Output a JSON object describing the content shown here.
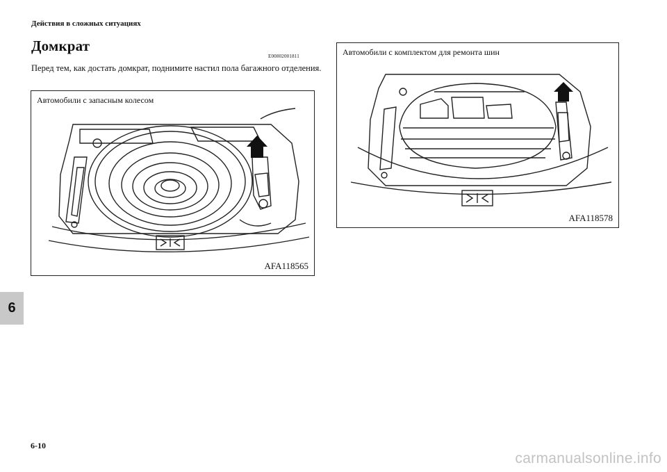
{
  "header": {
    "running_title": "Действия в сложных ситуациях"
  },
  "section": {
    "title": "Домкрат",
    "code": "E00802001811",
    "body": "Перед тем, как достать домкрат, поднимите настил пола багажного отделения."
  },
  "figures": [
    {
      "caption": "Автомобили с запасным колесом",
      "code": "AFA118565"
    },
    {
      "caption": "Автомобили с комплектом для ремонта шин",
      "code": "AFA118578"
    }
  ],
  "chapter_tab": {
    "label": "6"
  },
  "footer": {
    "page_number": "6-10",
    "watermark": "carmanualsonline.info"
  }
}
